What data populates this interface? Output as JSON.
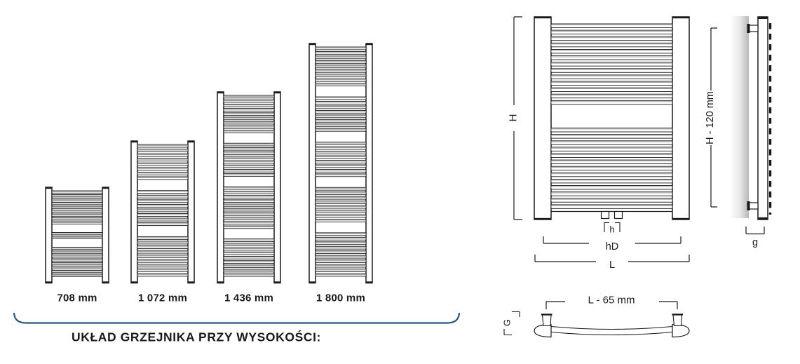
{
  "caption": "UKŁAD GRZEJNIKA PRZY WYSOKOŚCI:",
  "radiators": [
    {
      "label": "708 mm",
      "height_mm": 708,
      "rung_groups": [
        9,
        2,
        8
      ]
    },
    {
      "label": "1 072 mm",
      "height_mm": 1072,
      "rung_groups": [
        8,
        8,
        9
      ]
    },
    {
      "label": "1 436 mm",
      "height_mm": 1436,
      "rung_groups": [
        9,
        8,
        10,
        9
      ]
    },
    {
      "label": "1 800 mm",
      "height_mm": 1800,
      "rung_groups": [
        9,
        8,
        8,
        8,
        10
      ]
    }
  ],
  "dimensions": {
    "front_height": "H",
    "valve_spacing": "h",
    "axis_spacing": "hD",
    "total_width": "L",
    "mount_height": "H - 120 mm",
    "wall_gap": "g",
    "mount_width": "L - 65 mm",
    "depth": "G"
  },
  "colors": {
    "line": "#1a1a1a",
    "shade": "#9c9c9c",
    "brace": "#21587a",
    "wall": "#b7b7b7",
    "background": "#ffffff"
  }
}
